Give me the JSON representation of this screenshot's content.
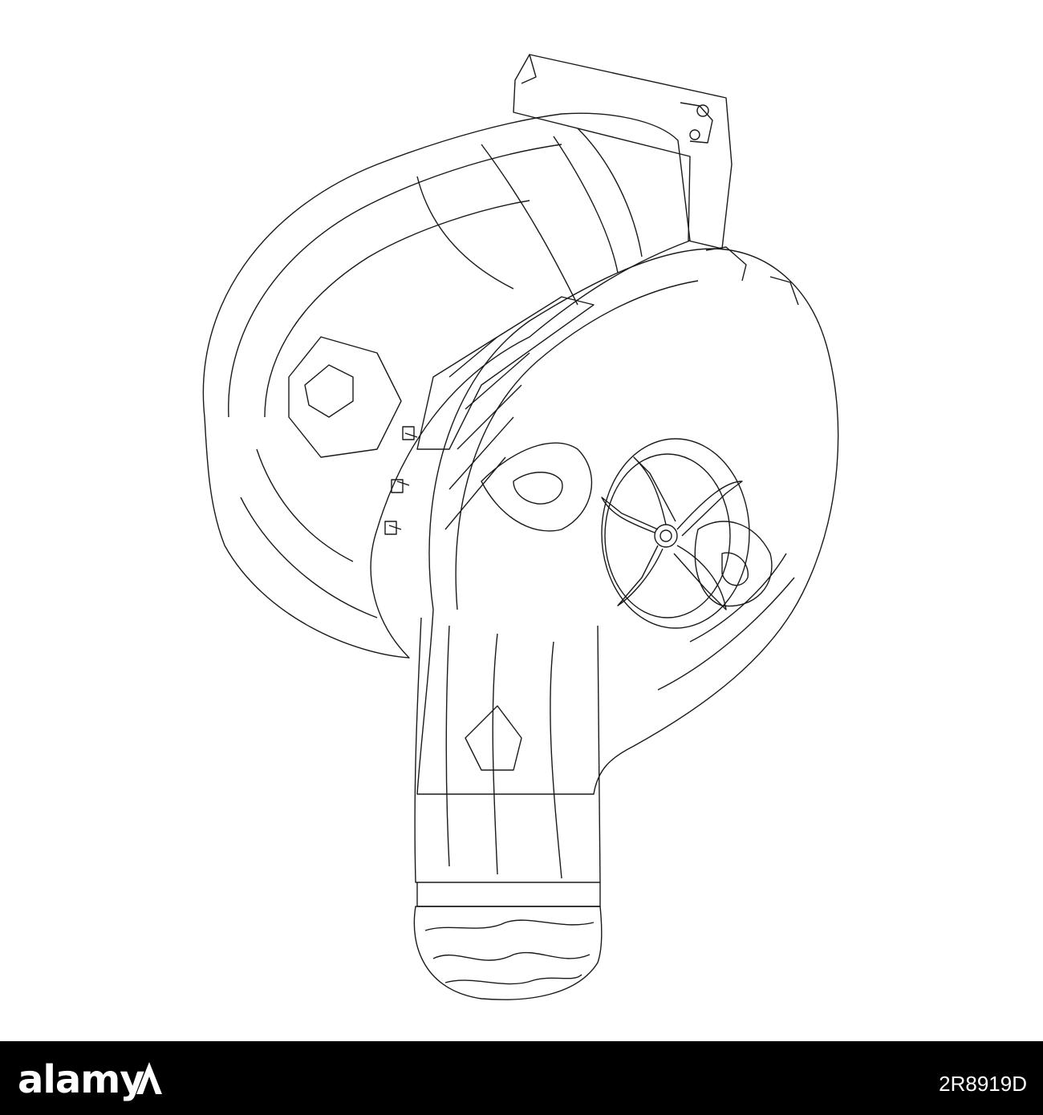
{
  "footer": {
    "brand": "alamy",
    "image_id": "2R8919D",
    "background_color": "#000000",
    "text_color": "#ffffff"
  },
  "illustration": {
    "subject_icon": "turbocharger-line-drawing",
    "stroke_color": "#1a1a1a",
    "background_color": "#ffffff"
  }
}
